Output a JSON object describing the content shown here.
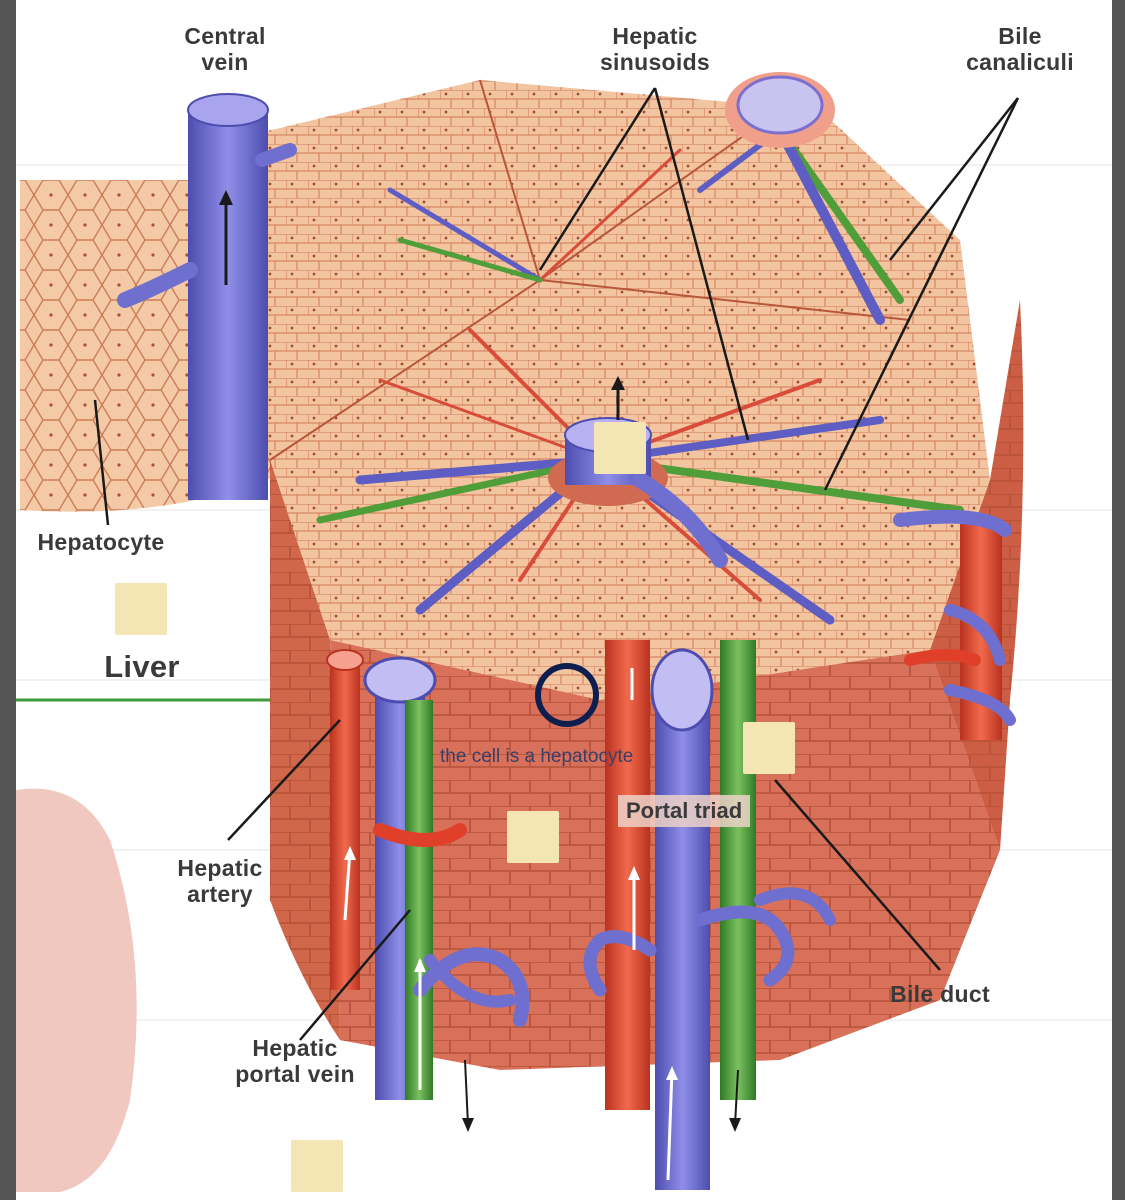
{
  "diagram": {
    "labels": {
      "central_vein": "Central\nvein",
      "hepatic_sinusoids": "Hepatic\nsinusoids",
      "bile_canaliculi": "Bile\ncanaliculi",
      "hepatocyte": "Hepatocyte",
      "liver": "Liver",
      "hepatic_artery": "Hepatic\nartery",
      "hepatic_portal_vein": "Hepatic\nportal vein",
      "portal_triad": "Portal triad",
      "bile_duct": "Bile duct"
    },
    "annotation": "the cell is a hepatocyte"
  },
  "colors": {
    "vein_blue": "#6f6fd0",
    "artery_red": "#e0402a",
    "bile_green": "#4f9e3a",
    "tissue": "#e9a07a",
    "tissue_light": "#f2c8a8",
    "answer_box": "#f4e6b4",
    "marker_ring": "#0e1f4f"
  }
}
